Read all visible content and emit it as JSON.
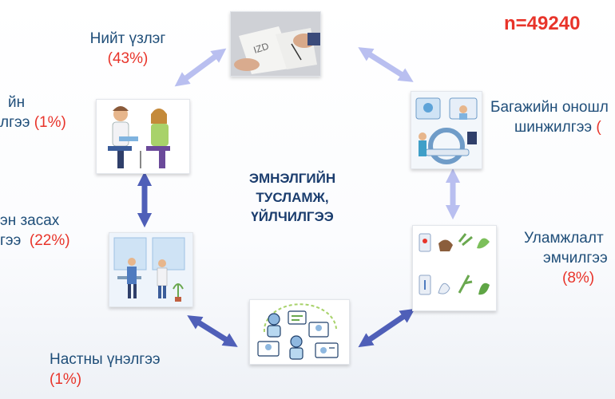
{
  "sample_size": "n=49240",
  "center_title": {
    "line1": "ЭМНЭЛГИЙН",
    "line2": "ТУСЛАМЖ,",
    "line3": "ҮЙЛЧИЛГЭЭ"
  },
  "nodes": {
    "general_exam": {
      "label": "Нийт үзлэг",
      "percent": "(43%)"
    },
    "consult": {
      "label_line1": "йн",
      "label_line2": "лгээ",
      "percent": "(1%)"
    },
    "treatment": {
      "label_line1": "эн засах",
      "label_line2": "гээ",
      "percent": "(22%)"
    },
    "inpatient_eval": {
      "label": "Настны үнэлгээ",
      "percent": "(1%)"
    },
    "traditional": {
      "label_line1": "Уламжлалт",
      "label_line2": "эмчилгээ",
      "percent": "(8%)"
    },
    "diagnostic": {
      "label_line1": "Багажийн оношл",
      "label_line2": "шинжилгээ",
      "percent": "("
    }
  },
  "colors": {
    "arrow_light": "#b9bff0",
    "arrow_dark": "#4f5fb8",
    "label_text": "#1f4e79",
    "percent_text": "#e8342a"
  }
}
